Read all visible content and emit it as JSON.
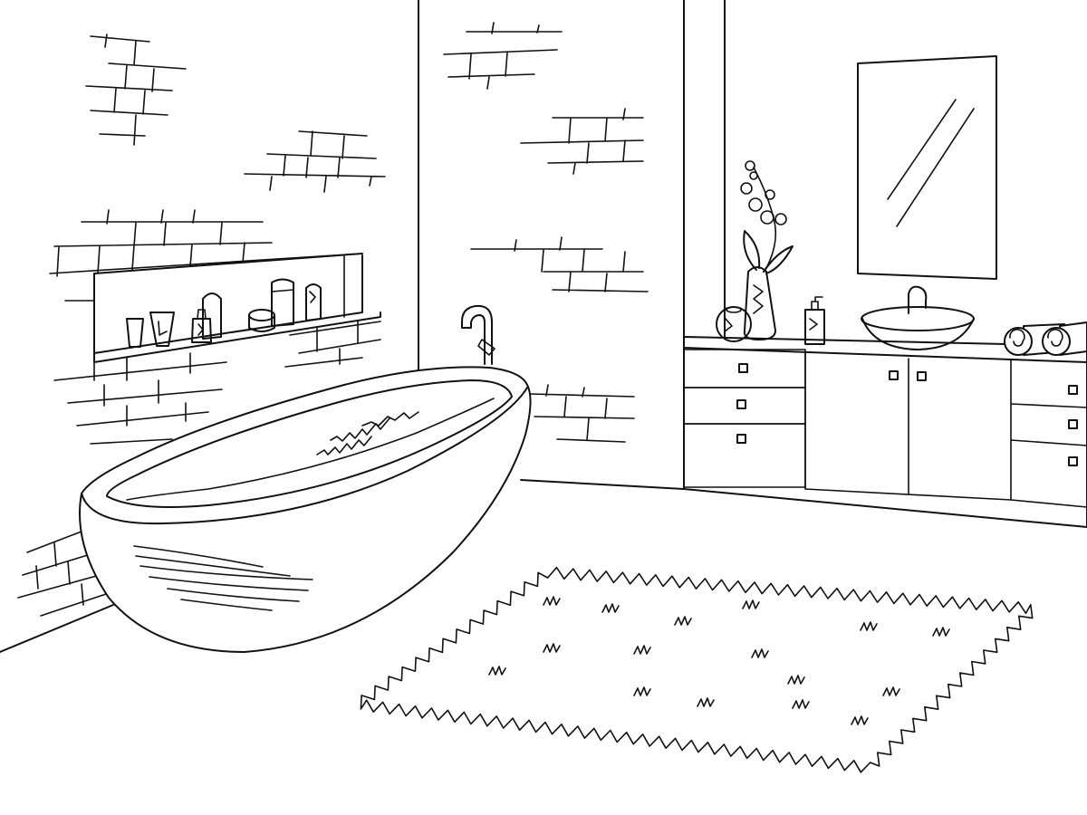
{
  "scene": {
    "kind": "line-art-bathroom",
    "colors": {
      "background": "#ffffff",
      "ink": "#111111"
    },
    "objects": [
      "brick-wall",
      "wall-niche-shelf",
      "freestanding-bathtub",
      "bath-faucet",
      "vanity-cabinet",
      "vessel-sink",
      "wall-mirror",
      "orchid-vase",
      "soap-dispenser",
      "rolled-towels",
      "shaggy-rug"
    ]
  }
}
